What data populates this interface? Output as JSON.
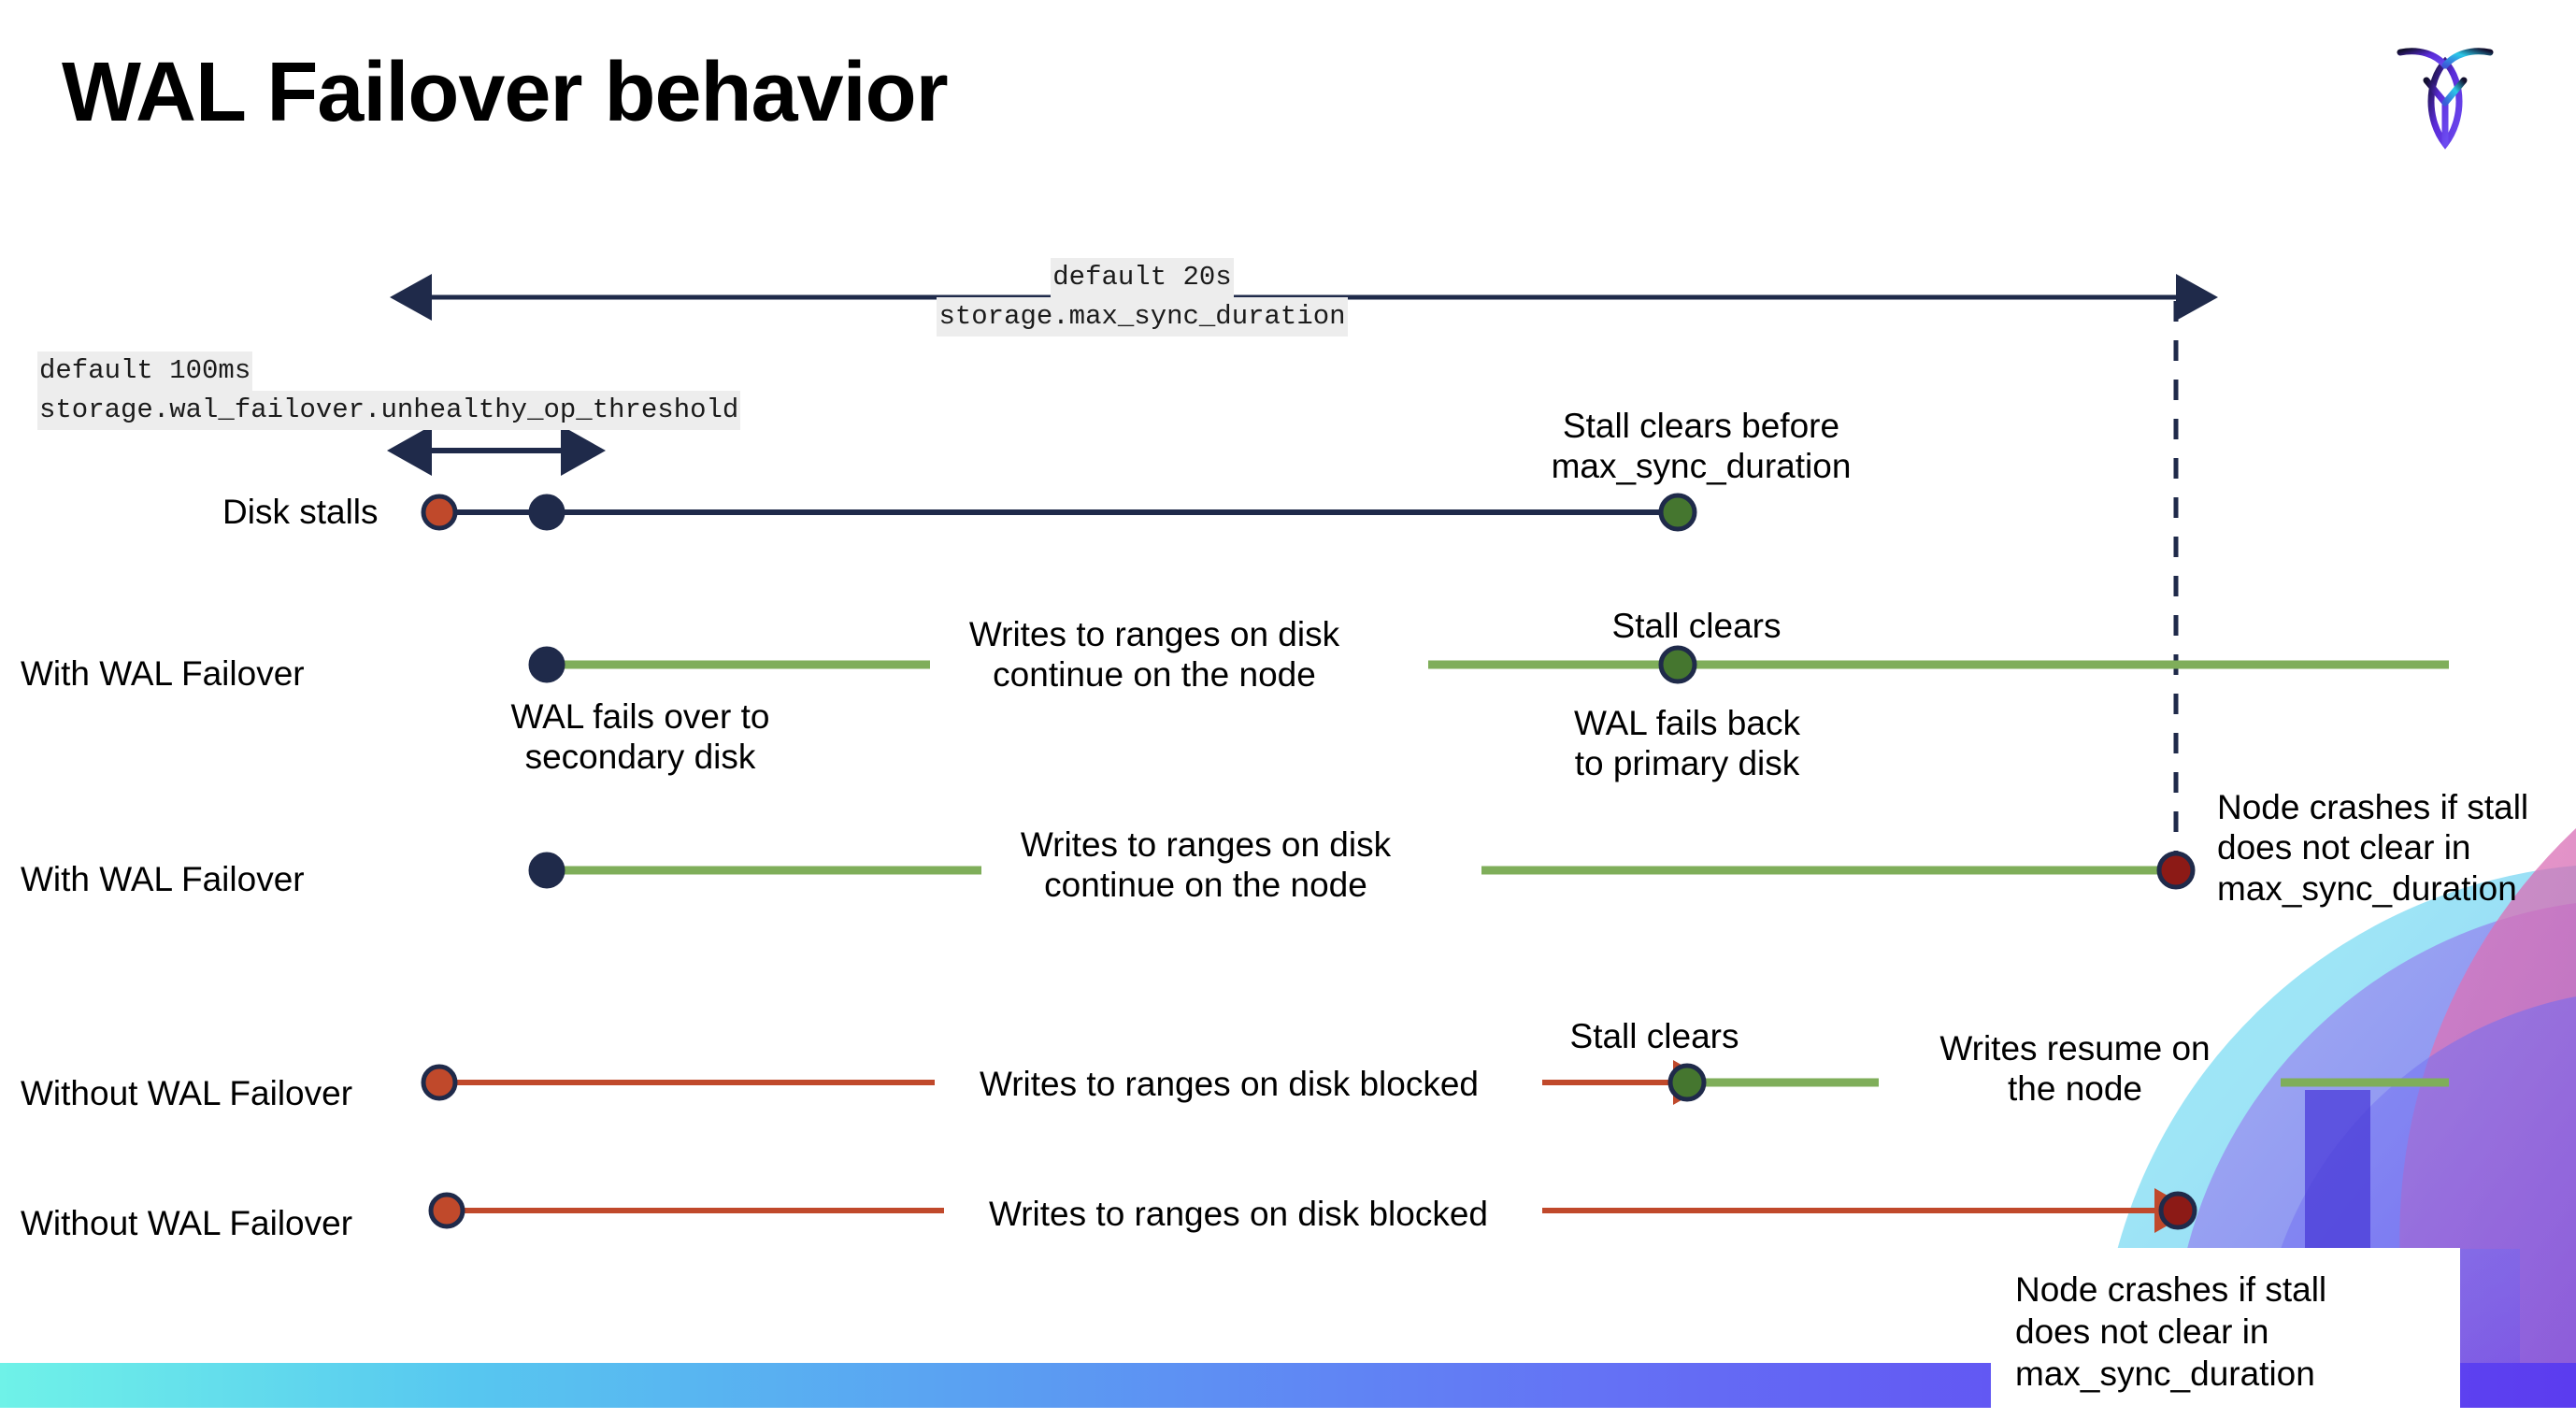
{
  "slide": {
    "title": "WAL Failover behavior",
    "logo_name": "cockroachdb-logo"
  },
  "colors": {
    "navy": "#1F2A4A",
    "orange": "#C0492B",
    "green_marker": "#45762F",
    "green_line": "#7FAE5A",
    "dark_red": "#8C1A16",
    "chip_bg": "#EDEDED"
  },
  "scale_annotations": {
    "max_sync": {
      "default": "default 20s",
      "setting": "storage.max_sync_duration"
    },
    "unhealthy_op": {
      "default": "default 100ms",
      "setting": "storage.wal_failover.unhealthy_op_threshold"
    }
  },
  "rows": [
    {
      "label": "Disk stalls"
    },
    {
      "label": "With WAL Failover"
    },
    {
      "label": "With WAL Failover"
    },
    {
      "label": "Without WAL Failover"
    },
    {
      "label": "Without WAL Failover"
    }
  ],
  "notes": {
    "stall_clears_before": "Stall clears before\nmax_sync_duration",
    "stall_clears_1": "Stall clears",
    "wal_fails_over": "WAL fails over to\nsecondary disk",
    "wal_fails_back": "WAL fails  back\nto primary disk",
    "writes_continue_1": "Writes to ranges on disk\ncontinue on the node",
    "writes_continue_2": "Writes to ranges on disk\ncontinue on the node",
    "node_crashes_right": "Node crashes if stall\ndoes not clear in\nmax_sync_duration",
    "stall_clears_2": "Stall clears",
    "writes_resume": "Writes resume on\nthe node",
    "writes_blocked_1": "Writes to ranges on disk  blocked",
    "writes_blocked_2": "Writes to ranges on disk  blocked",
    "node_crashes_callout": "Node crashes if stall\ndoes not clear in\nmax_sync_duration"
  }
}
